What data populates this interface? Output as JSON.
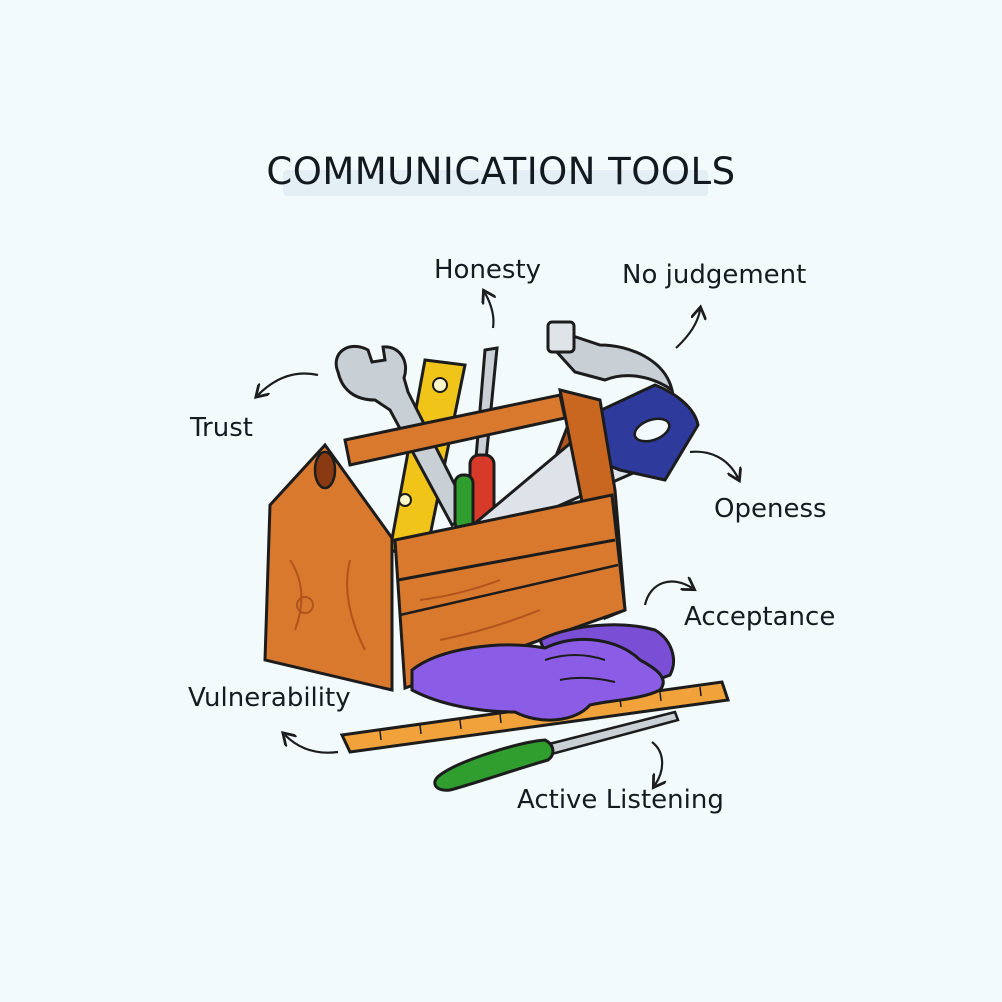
{
  "title": "COMMUNICATION TOOLS",
  "labels": {
    "honesty": "Honesty",
    "no_judgement": "No judgement",
    "trust": "Trust",
    "openess": "Openess",
    "acceptance": "Acceptance",
    "vulnerability": "Vulnerability",
    "active_listening": "Active Listening"
  },
  "colors": {
    "background": "#f3fafc",
    "wood": "#d9792e",
    "wood_dark": "#b0531c",
    "outline": "#1c1c1c",
    "gloves": "#8b5ce6",
    "saw_handle": "#2e3a9c",
    "screwdriver_green": "#2f9e2f",
    "level_yellow": "#f0c419",
    "ruler_orange": "#f2a23a"
  },
  "icons": [
    "toolbox-icon",
    "wrench-icon",
    "hammer-icon",
    "saw-icon",
    "level-icon",
    "screwdriver-icon",
    "gloves-icon",
    "ruler-icon"
  ]
}
